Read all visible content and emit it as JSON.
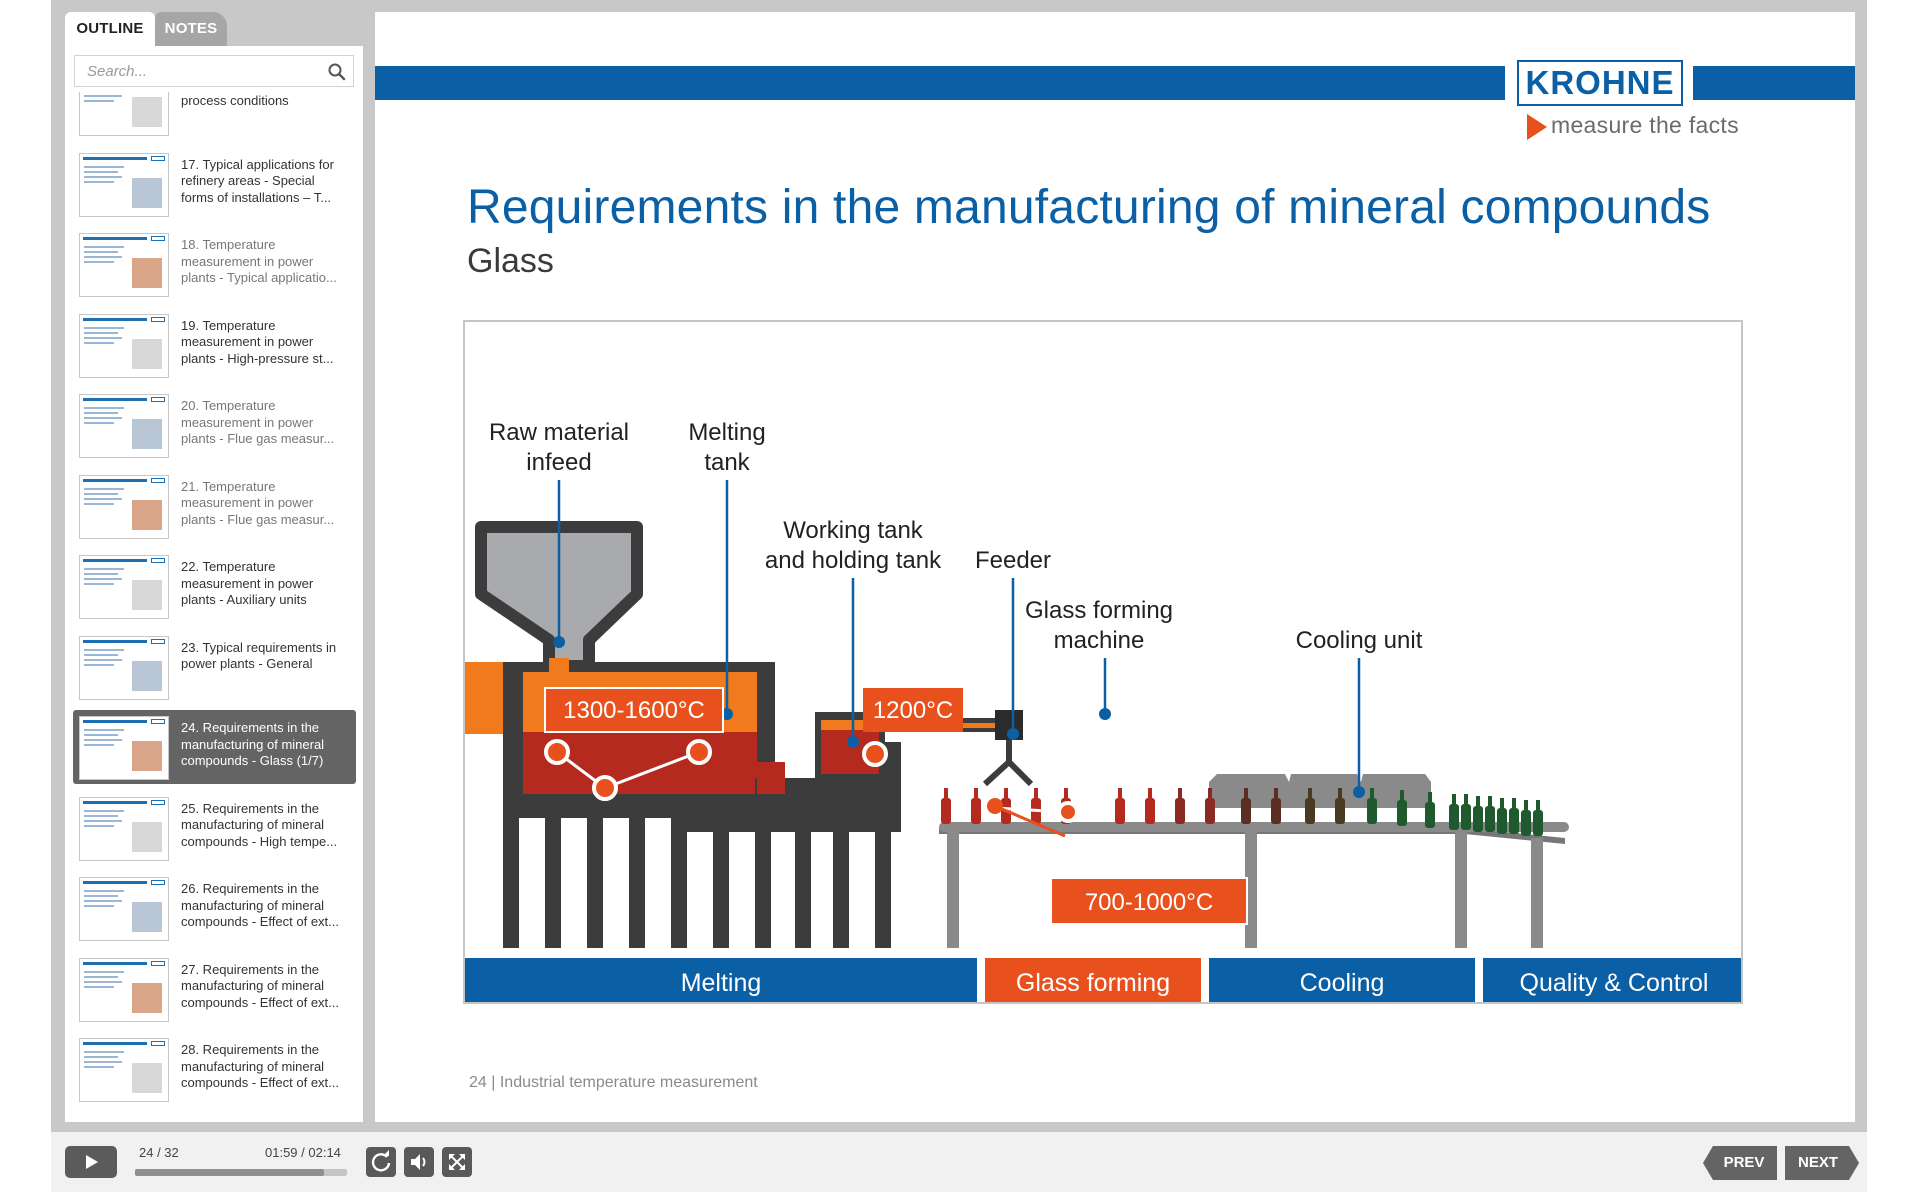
{
  "sidebar": {
    "tabs": [
      {
        "label": "OUTLINE",
        "active": true
      },
      {
        "label": "NOTES",
        "active": false
      }
    ],
    "search": {
      "placeholder": "Search..."
    },
    "items": [
      {
        "title": "refinery sector - Prevailing\nprocess conditions",
        "visited": true,
        "current": false
      },
      {
        "title": "17. Typical applications for\nrefinery areas - Special\nforms of installations – T...",
        "visited": true,
        "current": false
      },
      {
        "title": "18. Temperature\nmeasurement in power\nplants - Typical applicatio...",
        "visited": false,
        "current": false
      },
      {
        "title": "19. Temperature\nmeasurement in power\nplants - High-pressure st...",
        "visited": true,
        "current": false
      },
      {
        "title": "20. Temperature\nmeasurement in power\nplants - Flue gas measur...",
        "visited": false,
        "current": false
      },
      {
        "title": "21. Temperature\nmeasurement in power\nplants - Flue gas measur...",
        "visited": false,
        "current": false
      },
      {
        "title": "22. Temperature\nmeasurement in power\nplants - Auxiliary units",
        "visited": true,
        "current": false
      },
      {
        "title": "23. Typical requirements in\npower plants - General",
        "visited": true,
        "current": false
      },
      {
        "title": "24. Requirements in the\nmanufacturing of mineral\ncompounds - Glass (1/7)",
        "visited": true,
        "current": true
      },
      {
        "title": "25. Requirements in the\nmanufacturing of mineral\ncompounds - High tempe...",
        "visited": true,
        "current": false
      },
      {
        "title": "26. Requirements in the\nmanufacturing of mineral\ncompounds - Effect of ext...",
        "visited": true,
        "current": false
      },
      {
        "title": "27. Requirements in the\nmanufacturing of mineral\ncompounds - Effect of ext...",
        "visited": true,
        "current": false
      },
      {
        "title": "28. Requirements in the\nmanufacturing of mineral\ncompounds - Effect of ext...",
        "visited": true,
        "current": false
      }
    ]
  },
  "slide": {
    "logo": "KROHNE",
    "tagline": "measure the facts",
    "title": "Requirements in the manufacturing of mineral compounds",
    "subtitle": "Glass",
    "footer": "24  | Industrial temperature measurement",
    "diagram": {
      "labels": {
        "raw_material_1": "Raw material",
        "raw_material_2": "infeed",
        "melting_tank_1": "Melting",
        "melting_tank_2": "tank",
        "working_tank_1": "Working tank",
        "working_tank_2": "and holding tank",
        "feeder": "Feeder",
        "forming_machine_1": "Glass forming",
        "forming_machine_2": "machine",
        "cooling_unit": "Cooling unit"
      },
      "temperatures": {
        "melting": "1300-1600°C",
        "working": "1200°C",
        "forming": "700-1000°C"
      },
      "stages": [
        "Melting",
        "Glass forming",
        "Cooling",
        "Quality & Control"
      ],
      "colors": {
        "blue": "#0b5fa5",
        "orange": "#e8501e",
        "molten_orange": "#f07a1c",
        "molten_red": "#b42a1e",
        "dark_gray": "#3c3c3c",
        "hopper_gray": "#a9aaad"
      }
    }
  },
  "player": {
    "slide_counter": "24 / 32",
    "time": "01:59 / 02:14",
    "progress": 0.89,
    "prev_label": "PREV",
    "next_label": "NEXT",
    "icons": [
      "play-icon",
      "replay-icon",
      "volume-icon",
      "fullscreen-icon"
    ]
  }
}
